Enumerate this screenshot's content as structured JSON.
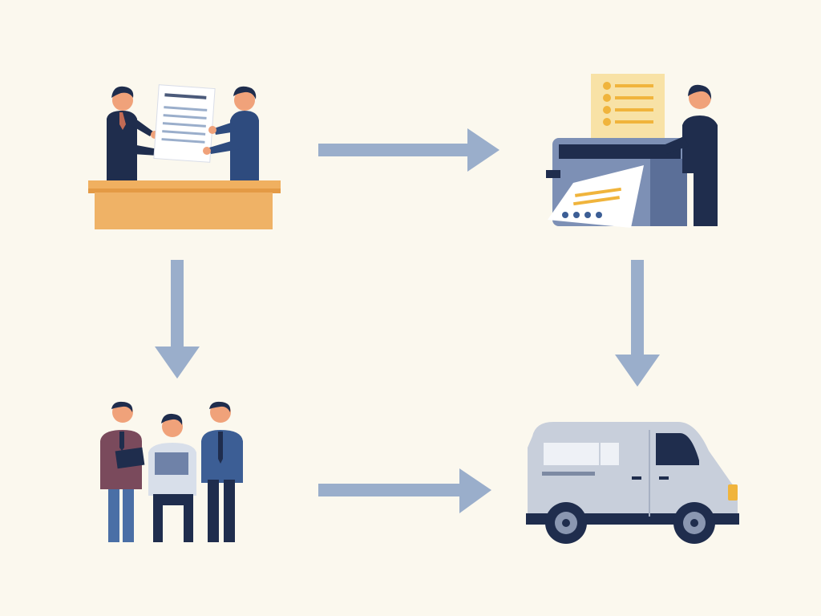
{
  "diagram": {
    "kind": "process-flow",
    "steps": [
      {
        "id": "agreement",
        "icon": "handshake-document-icon",
        "text": ""
      },
      {
        "id": "printing",
        "icon": "printer-icon",
        "text": ""
      },
      {
        "id": "review",
        "icon": "team-review-icon",
        "text": ""
      },
      {
        "id": "delivery",
        "icon": "delivery-van-icon",
        "text": ""
      }
    ],
    "connections": [
      {
        "from": "agreement",
        "to": "printing",
        "direction": "right"
      },
      {
        "from": "printing",
        "to": "delivery",
        "direction": "down"
      },
      {
        "from": "agreement",
        "to": "review",
        "direction": "down"
      },
      {
        "from": "review",
        "to": "delivery",
        "direction": "right"
      }
    ]
  },
  "colors": {
    "background": "#fbf8ee",
    "arrow": "#9aaecb",
    "navy": "#1f2d4d",
    "blue": "#3c5e95",
    "desk": "#efb266",
    "accent": "#f0b43c"
  }
}
